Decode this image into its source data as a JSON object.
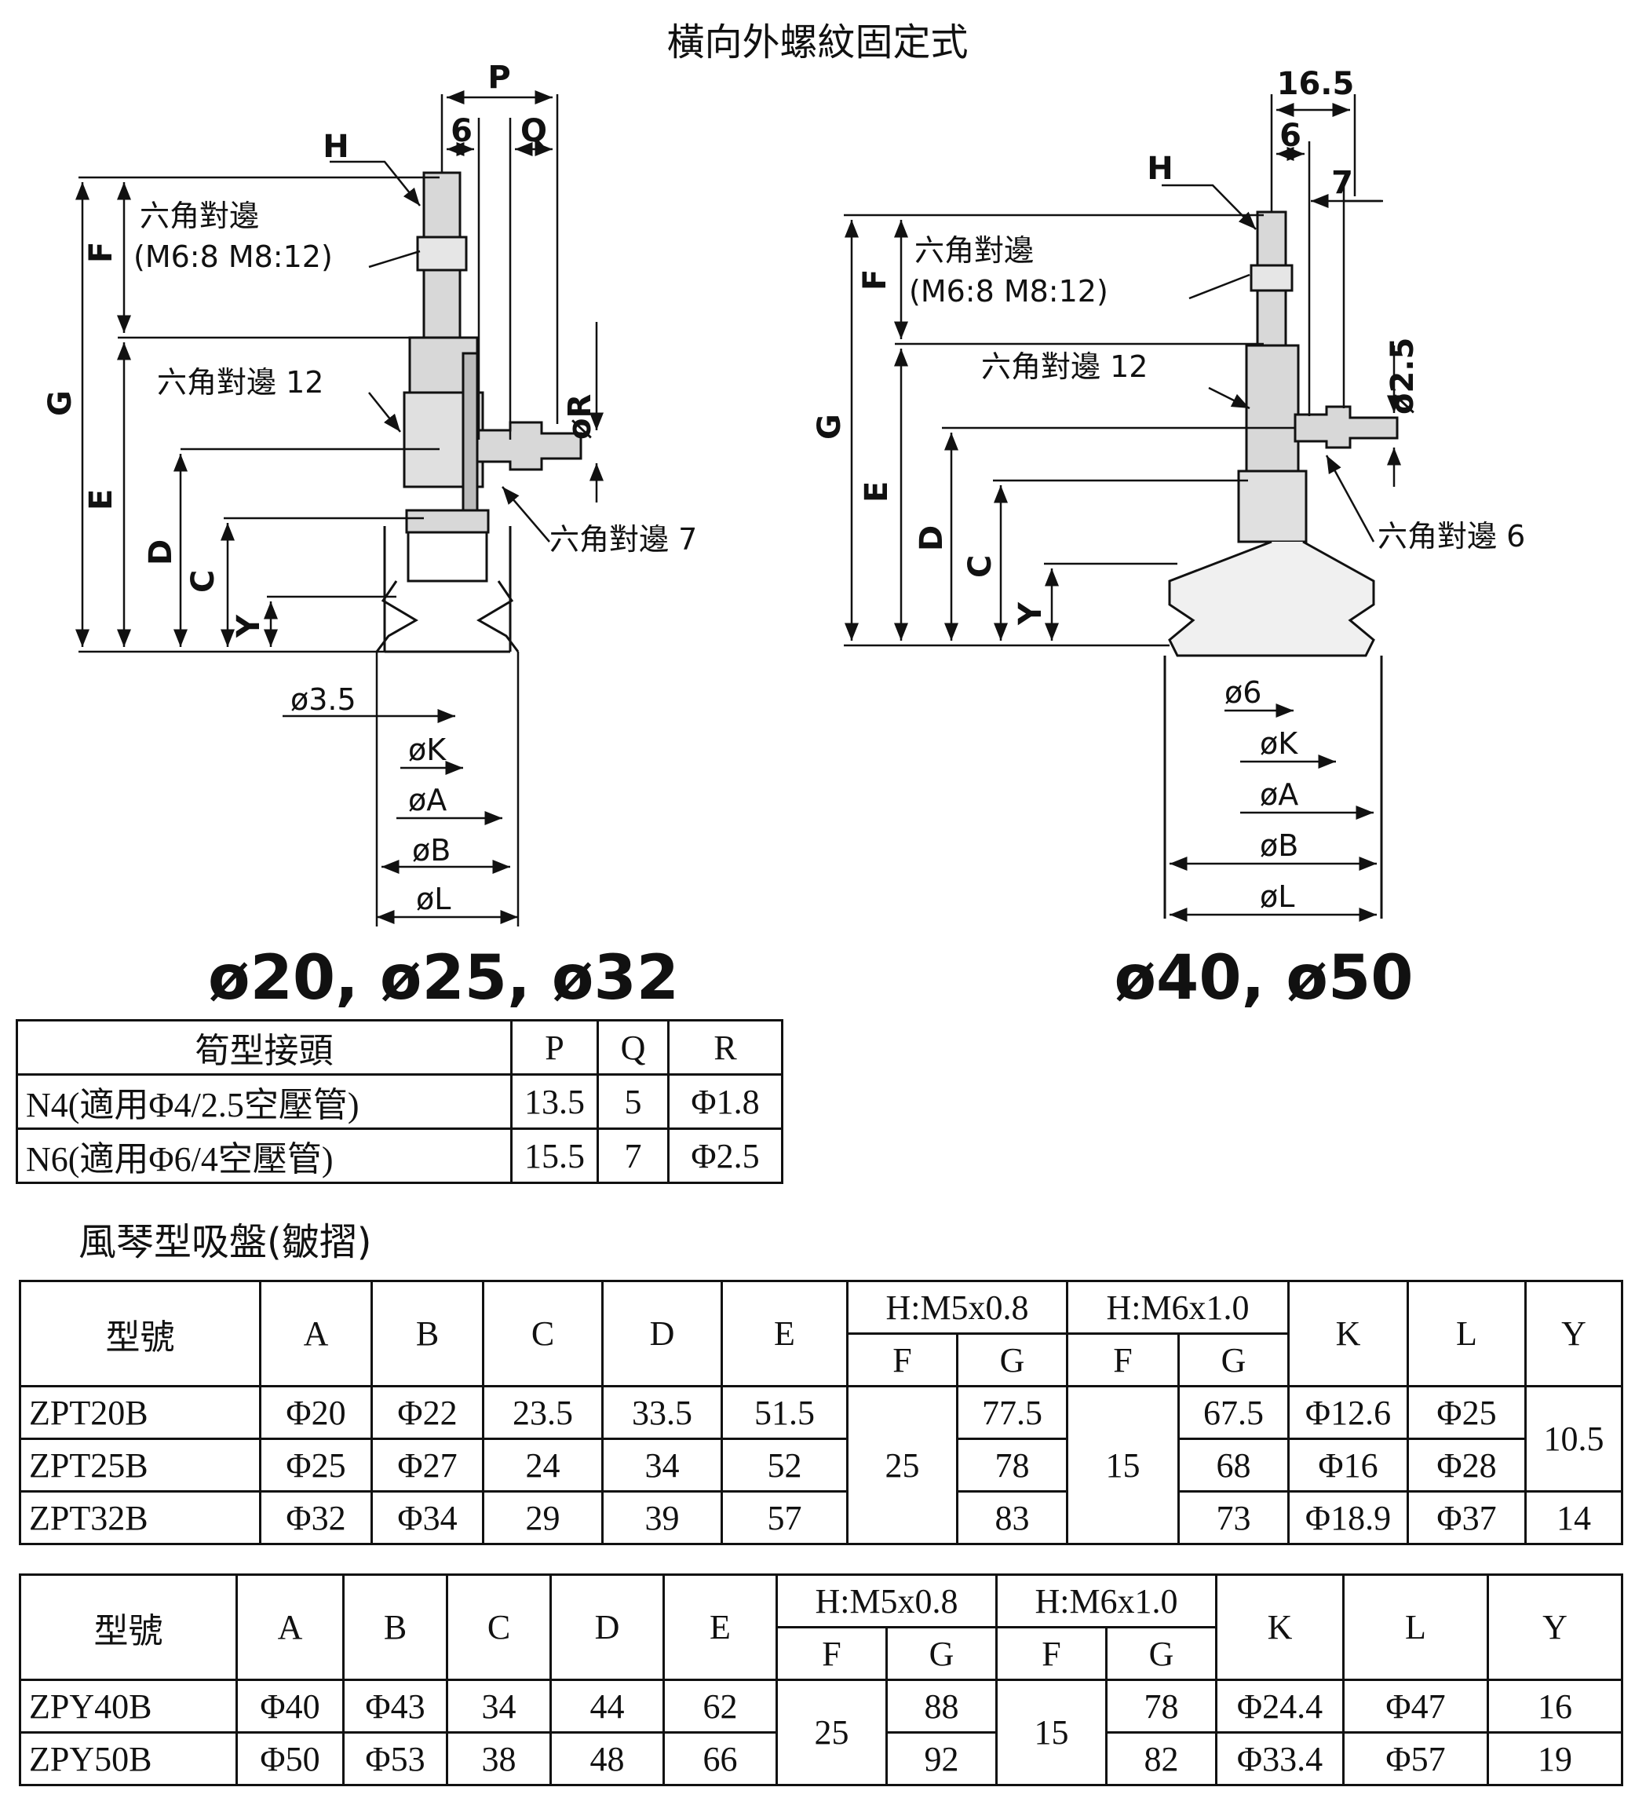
{
  "page": {
    "title": "橫向外螺紋固定式"
  },
  "drawings": {
    "left": {
      "caption": "ø20, ø25, ø32",
      "labels": {
        "p": "P",
        "six": "6",
        "q": "Q",
        "h": "H",
        "hex_line1": "六角對邊",
        "hex_line2": "(M6:8 M8:12)",
        "hex12": "六角對邊 12",
        "hex7": "六角對邊 7",
        "f": "F",
        "g": "G",
        "e": "E",
        "d": "D",
        "c": "C",
        "y": "Y",
        "r": "øR",
        "d35": "ø3.5",
        "k": "øK",
        "a": "øA",
        "b": "øB",
        "l": "øL"
      }
    },
    "right": {
      "caption": "ø40, ø50",
      "labels": {
        "w165": "16.5",
        "six": "6",
        "seven": "7",
        "h": "H",
        "hex_line1": "六角對邊",
        "hex_line2": "(M6:8 M8:12)",
        "hex12": "六角對邊 12",
        "hex6": "六角對邊 6",
        "f": "F",
        "g": "G",
        "e": "E",
        "d": "D",
        "c": "C",
        "y": "Y",
        "d25": "ø2.5",
        "d6": "ø6",
        "k": "øK",
        "a": "øA",
        "b": "øB",
        "l": "øL"
      }
    }
  },
  "fitting_table": {
    "headers": [
      "筍型接頭",
      "P",
      "Q",
      "R"
    ],
    "rows": [
      [
        "N4(適用Φ4/2.5空壓管)",
        "13.5",
        "5",
        "Φ1.8"
      ],
      [
        "N6(適用Φ6/4空壓管)",
        "15.5",
        "7",
        "Φ2.5"
      ]
    ]
  },
  "bellows_heading": "風琴型吸盤(皺摺)",
  "small_table": {
    "headers": {
      "model": "型號",
      "a": "A",
      "b": "B",
      "c": "C",
      "d": "D",
      "e": "E",
      "h1": "H:M5x0.8",
      "h2": "H:M6x1.0",
      "f": "F",
      "g": "G",
      "k": "K",
      "l": "L",
      "y": "Y"
    },
    "rows": [
      {
        "model": "ZPT20B",
        "a": "Φ20",
        "b": "Φ22",
        "c": "23.5",
        "d": "33.5",
        "e": "51.5",
        "g1": "77.5",
        "g2": "67.5",
        "k": "Φ12.6",
        "l": "Φ25"
      },
      {
        "model": "ZPT25B",
        "a": "Φ25",
        "b": "Φ27",
        "c": "24",
        "d": "34",
        "e": "52",
        "g1": "78",
        "g2": "68",
        "k": "Φ16",
        "l": "Φ28"
      },
      {
        "model": "ZPT32B",
        "a": "Φ32",
        "b": "Φ34",
        "c": "29",
        "d": "39",
        "e": "57",
        "g1": "83",
        "g2": "73",
        "k": "Φ18.9",
        "l": "Φ37"
      }
    ],
    "f1": "25",
    "f2": "15",
    "y_shared": "10.5",
    "y_last": "14"
  },
  "large_table": {
    "headers": {
      "model": "型號",
      "a": "A",
      "b": "B",
      "c": "C",
      "d": "D",
      "e": "E",
      "h1": "H:M5x0.8",
      "h2": "H:M6x1.0",
      "f": "F",
      "g": "G",
      "k": "K",
      "l": "L",
      "y": "Y"
    },
    "rows": [
      {
        "model": "ZPY40B",
        "a": "Φ40",
        "b": "Φ43",
        "c": "34",
        "d": "44",
        "e": "62",
        "g1": "88",
        "g2": "78",
        "k": "Φ24.4",
        "l": "Φ47",
        "y": "16"
      },
      {
        "model": "ZPY50B",
        "a": "Φ50",
        "b": "Φ53",
        "c": "38",
        "d": "48",
        "e": "66",
        "g1": "92",
        "g2": "82",
        "k": "Φ33.4",
        "l": "Φ57",
        "y": "19"
      }
    ],
    "f1": "25",
    "f2": "15"
  }
}
